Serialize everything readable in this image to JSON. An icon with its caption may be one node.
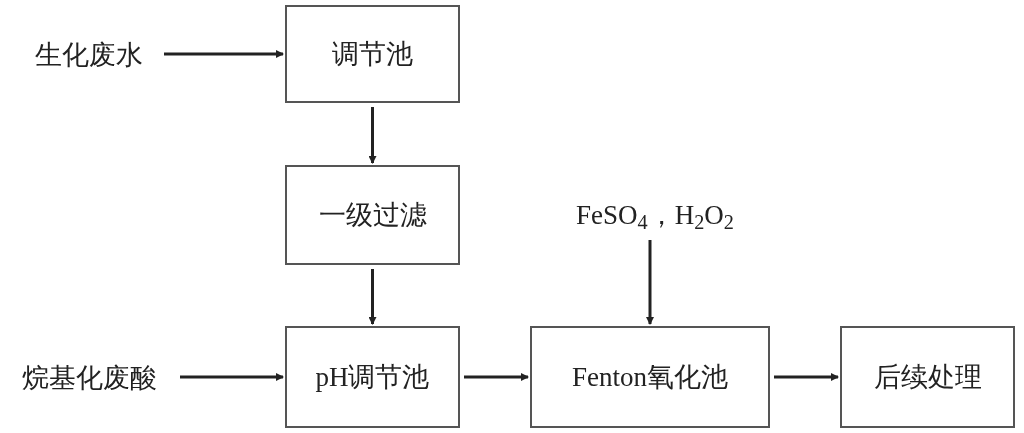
{
  "diagram": {
    "nodes": [
      {
        "text": [
          "生化废水"
        ]
      },
      {
        "text": [
          "调节池"
        ]
      },
      {
        "text": [
          "一级过滤"
        ]
      },
      {
        "text": [
          "烷基化废酸"
        ]
      },
      {
        "text": [
          "pH调节池"
        ]
      },
      {
        "text": [
          "FeSO$_{4}$，H$_{2}$O$_{2}$"
        ]
      },
      {
        "text": [
          "Fenton氧化池"
        ]
      },
      {
        "text": [
          "后续处理"
        ]
      }
    ],
    "edges": [
      {
        "from": 0,
        "to": 1,
        "arrow": "to"
      },
      {
        "from": 1,
        "to": 2,
        "arrow": "to"
      },
      {
        "from": 2,
        "to": 4,
        "arrow": "to"
      },
      {
        "from": 3,
        "to": 4,
        "arrow": "to"
      },
      {
        "from": 4,
        "to": 6,
        "arrow": "to"
      },
      {
        "from": 5,
        "to": 6,
        "arrow": "to"
      },
      {
        "from": 6,
        "to": 7,
        "arrow": "to"
      }
    ]
  }
}
